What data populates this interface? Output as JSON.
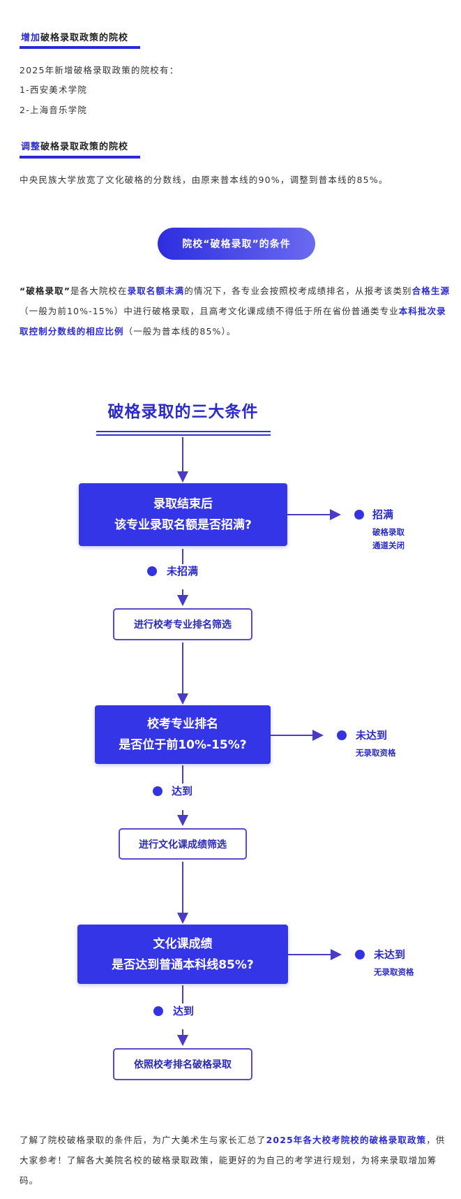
{
  "section_add": {
    "title_hl": "增加",
    "title_rest": "破格录取政策的院校",
    "lines": [
      "2025年新增破格录取政策的院校有：",
      "1-西安美术学院",
      "2-上海音乐学院"
    ]
  },
  "section_adjust": {
    "title_hl": "调整",
    "title_rest": "破格录取政策的院校",
    "text": "中央民族大学放宽了文化破格的分数线，由原来普本线的90%，调整到普本线的85%。"
  },
  "conditions_pill": "院校“破格录取”的条件",
  "intro": {
    "p1": "“破格录取”",
    "p2": "是各大院校在",
    "p3": "录取名额未满",
    "p4": "的情况下，各专业会按照校考成绩排名，从报考该类别",
    "p5": "合格生源",
    "p6": "（一般为前10%-15%）中进行破格录取，且高考文化课成绩不得低于所在省份普通类专业",
    "p7": "本科批次录取控制分数线的相应比例",
    "p8": "（一般为普本线的85%）。"
  },
  "flowchart": {
    "title": "破格录取的三大条件",
    "decision1": [
      "录取结束后",
      "该专业录取名额是否招满?"
    ],
    "yes1_label": "招满",
    "yes1_sub": [
      "破格录取",
      "通道关闭"
    ],
    "no1_label": "未招满",
    "step1": "进行校考专业排名筛选",
    "decision2": [
      "校考专业排名",
      "是否位于前10%-15%?"
    ],
    "no2_label": "未达到",
    "no2_sub": "无录取资格",
    "yes2_label": "达到",
    "step2": "进行文化课成绩筛选",
    "decision3": [
      "文化课成绩",
      "是否达到普通本科线85%?"
    ],
    "no3_label": "未达到",
    "no3_sub": "无录取资格",
    "yes3_label": "达到",
    "final": "依照校考排名破格录取"
  },
  "outro": {
    "p1": "了解了院校破格录取的条件后，为广大美术生与家长汇总了",
    "p2": "2025年各大校考院校的破格录取政策",
    "p3": "，供大家参考！了解各大美院名校的破格录取政策，能更好的为自己的考学进行规划，为将来录取增加筹码。"
  },
  "colors": {
    "accent": "#2a2ad8",
    "box_fill": "#3535e8",
    "text": "#333333"
  }
}
